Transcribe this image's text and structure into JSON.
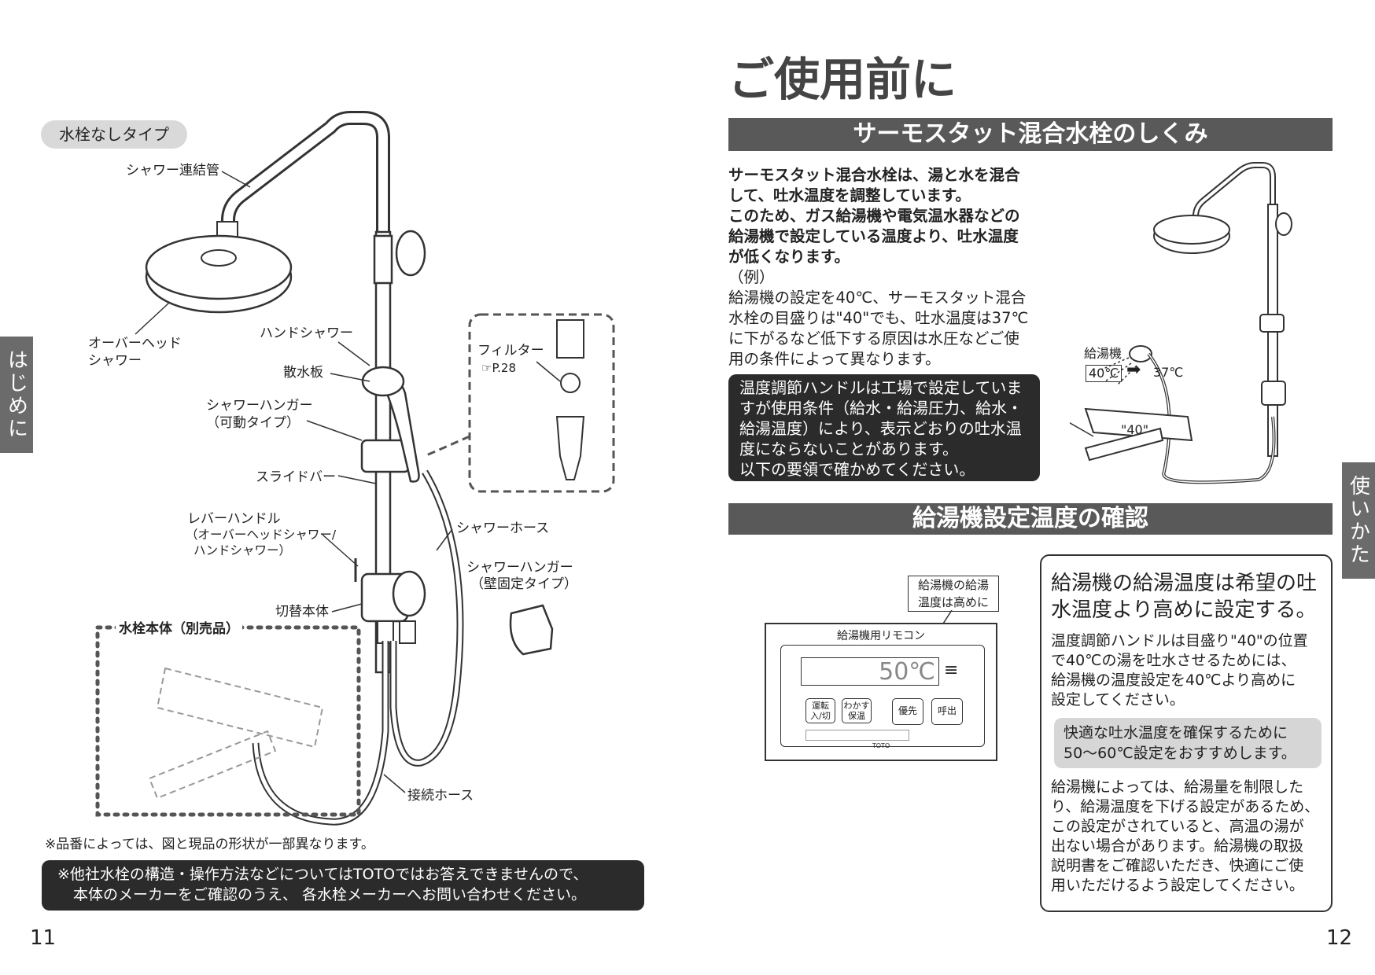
{
  "left": {
    "type_pill": "水栓なしタイプ",
    "labels": {
      "shower_pipe": "シャワー連結管",
      "overhead_1": "オーバーヘッド",
      "overhead_2": "シャワー",
      "hand_shower": "ハンドシャワー",
      "spray_plate": "散水板",
      "hanger_movable_1": "シャワーハンガー",
      "hanger_movable_2": "（可動タイプ）",
      "slide_bar": "スライドバー",
      "lever_1": "レバーハンドル",
      "lever_2": "（オーバーヘッドシャワー/",
      "lever_3": "ハンドシャワー）",
      "switch_body": "切替本体",
      "faucet_body": "水栓本体（別売品）",
      "connect_hose": "接続ホース",
      "shower_hose": "シャワーホース",
      "hanger_fixed_1": "シャワーハンガー",
      "hanger_fixed_2": "（壁固定タイプ）",
      "filter": "フィルター",
      "filter_ref": "☞P.28"
    },
    "note": "※品番によっては、図と現品の形状が一部異なります。",
    "notice_1": "※他社水栓の構造・操作方法などについてはTOTOではお答えできませんので、",
    "notice_2": "本体のメーカーをご確認のうえ、 各水栓メーカーへお問い合わせください。",
    "page_number": "11",
    "side_tab": "はじめに"
  },
  "right": {
    "title": "ご使用前に",
    "section1": "サーモスタット混合水栓のしくみ",
    "intro_bold": [
      "サーモスタット混合水栓は、湯と水を混合",
      "して、吐水温度を調整しています。",
      "このため、ガス給湯機や電気温水器などの",
      "給湯機で設定している温度より、吐水温度",
      "が低くなります。"
    ],
    "example_label": "（例）",
    "example_lines": [
      "給湯機の設定を40℃、サーモスタット混合",
      "水栓の目盛りは\"40\"でも、吐水温度は37℃",
      "に下がるなど低下する原因は水圧などご使",
      "用の条件によって異なります。"
    ],
    "dark_note": [
      "温度調節ハンドルは工場で設定していま",
      "すが使用条件（給水・給湯圧力、給水・",
      "給湯温度）により、表示どおりの吐水温",
      "度にならないことがあります。",
      "以下の要領で確かめてください。"
    ],
    "fig": {
      "heater": "給湯機",
      "set_temp": "40℃",
      "out_temp": "37℃",
      "dial": "\"40\""
    },
    "section2": "給湯機設定温度の確認",
    "remote": {
      "callout_1": "給湯機の給湯",
      "callout_2": "温度は高めに",
      "label": "給湯機用リモコン",
      "temp": "50℃",
      "btn1": "運転入/切",
      "btn2": "わかす保温",
      "btn3": "優先",
      "btn4": "呼出",
      "brand": "TOTO"
    },
    "box": {
      "heading_1": "給湯機の給湯温度は希望の吐",
      "heading_2": "水温度より高めに設定する。",
      "para1": [
        "温度調節ハンドルは目盛り\"40\"の位置",
        "で40℃の湯を吐水させるためには、",
        "給湯機の温度設定を40℃より高めに",
        "設定してください。"
      ],
      "hint": [
        "快適な吐水温度を確保するために",
        "50～60℃設定をおすすめします。"
      ],
      "para2": [
        "給湯機によっては、給湯量を制限した",
        "り、給湯温度を下げる設定があるため、",
        "この設定がされていると、高温の湯が",
        "出ない場合があります。給湯機の取扱",
        "説明書をご確認いただき、快適にご使",
        "用いただけるよう設定してください。"
      ]
    },
    "page_number": "12",
    "side_tab": "使いかた"
  }
}
